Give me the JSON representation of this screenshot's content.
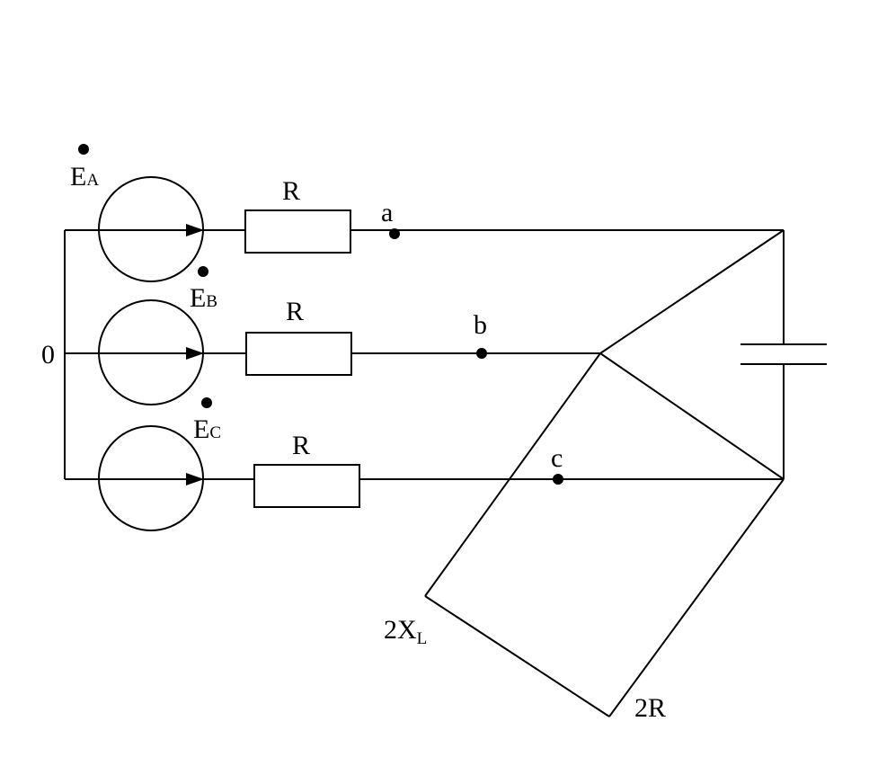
{
  "labels": {
    "neutral": "0",
    "source_a": {
      "main": "E",
      "sub": "A"
    },
    "source_b": {
      "main": "E",
      "sub": "B"
    },
    "source_c": {
      "main": "E",
      "sub": "C"
    },
    "resistor_a": "R",
    "resistor_b": "R",
    "resistor_c": "R",
    "node_a": "a",
    "node_b": "b",
    "node_c": "c",
    "inductor": {
      "main": "2X",
      "sub": "L"
    },
    "resistor_load": "2R"
  }
}
